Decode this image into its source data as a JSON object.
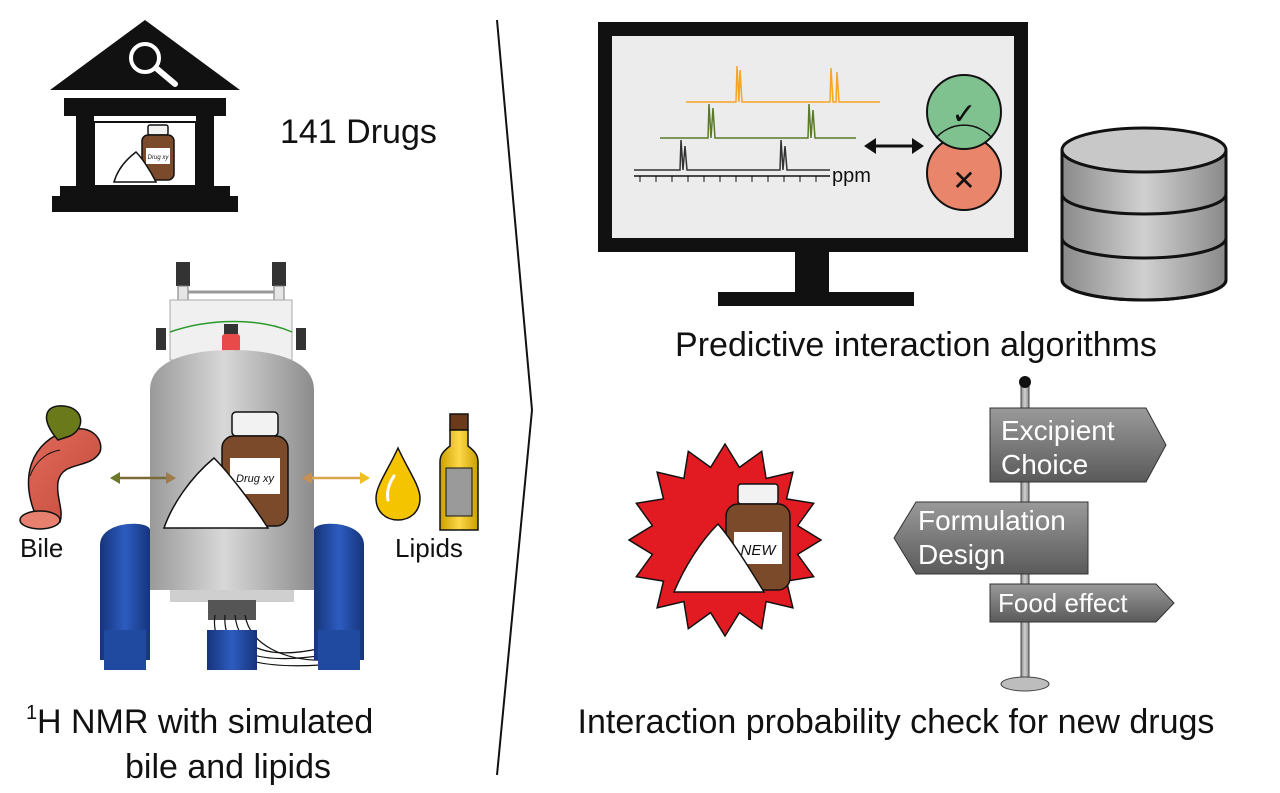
{
  "left": {
    "library_label": "141 Drugs",
    "bottle_label_small": "Drug xy",
    "bottle_label_large": "Drug xy",
    "bile_label": "Bile",
    "lipids_label": "Lipids",
    "caption_sup": "1",
    "caption_line1": "H NMR with simulated",
    "caption_line2": "bile and lipids"
  },
  "right_top": {
    "ppm_label": "ppm",
    "check_symbol": "✓",
    "cross_symbol": "✕",
    "caption": "Predictive interaction algorithms"
  },
  "right_bottom": {
    "new_label": "NEW",
    "signs": [
      "Excipient",
      "Choice",
      "Formulation",
      "Design",
      "Food effect"
    ],
    "caption": "Interaction probability check for new drugs"
  },
  "icons": [
    "library-icon",
    "magnifier-icon",
    "drug-bottle-icon",
    "powder-icon",
    "nmr-magnet-icon",
    "bile-duct-icon",
    "oil-drop-icon",
    "oil-bottle-icon",
    "computer-monitor-icon",
    "database-icon",
    "new-badge-icon",
    "signpost-icon"
  ],
  "colors": {
    "orange_spectrum": "#f5a623",
    "green_spectrum": "#5a7a2a",
    "black_spectrum": "#333333",
    "check_green": "#7fc18f",
    "cross_red": "#e8856a",
    "badge_red": "#e21b23",
    "bottle_brown": "#7a4a2a",
    "magnet_blue": "#1f4aa0",
    "sign_gray": "#7a7a7a"
  }
}
